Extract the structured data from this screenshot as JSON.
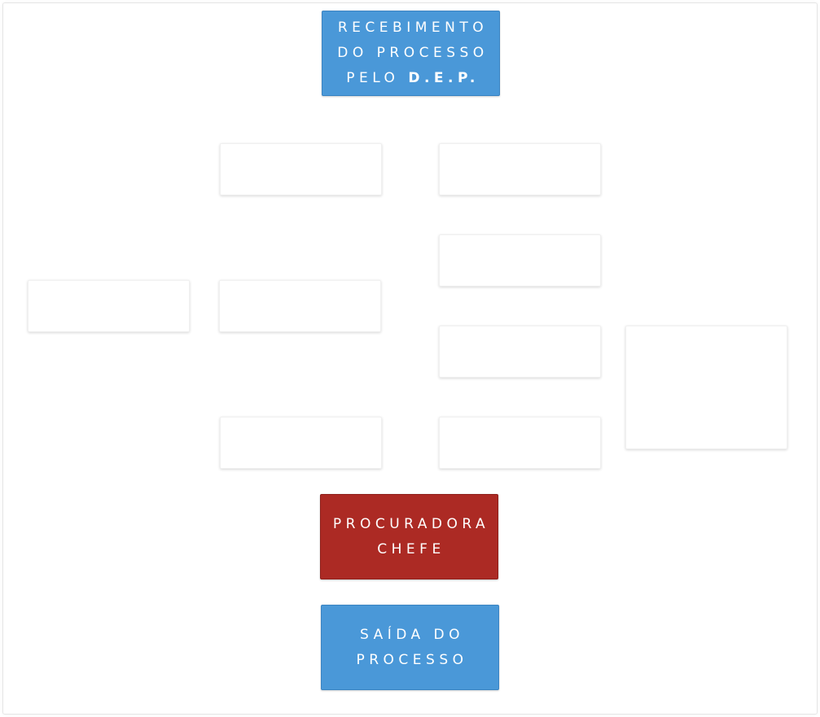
{
  "diagram": {
    "start_node": {
      "lines": [
        "RECEBIMENTO",
        "DO PROCESSO"
      ],
      "last_line_prefix": "PELO",
      "last_line_bold": "D.E.P."
    },
    "chief_node": {
      "lines": [
        "PROCURADORA",
        "CHEFE"
      ]
    },
    "exit_node": {
      "lines": [
        "SAÍDA DO",
        "PROCESSO"
      ]
    },
    "colors": {
      "blue": "#4a98d8",
      "red": "#ac2a24"
    }
  }
}
